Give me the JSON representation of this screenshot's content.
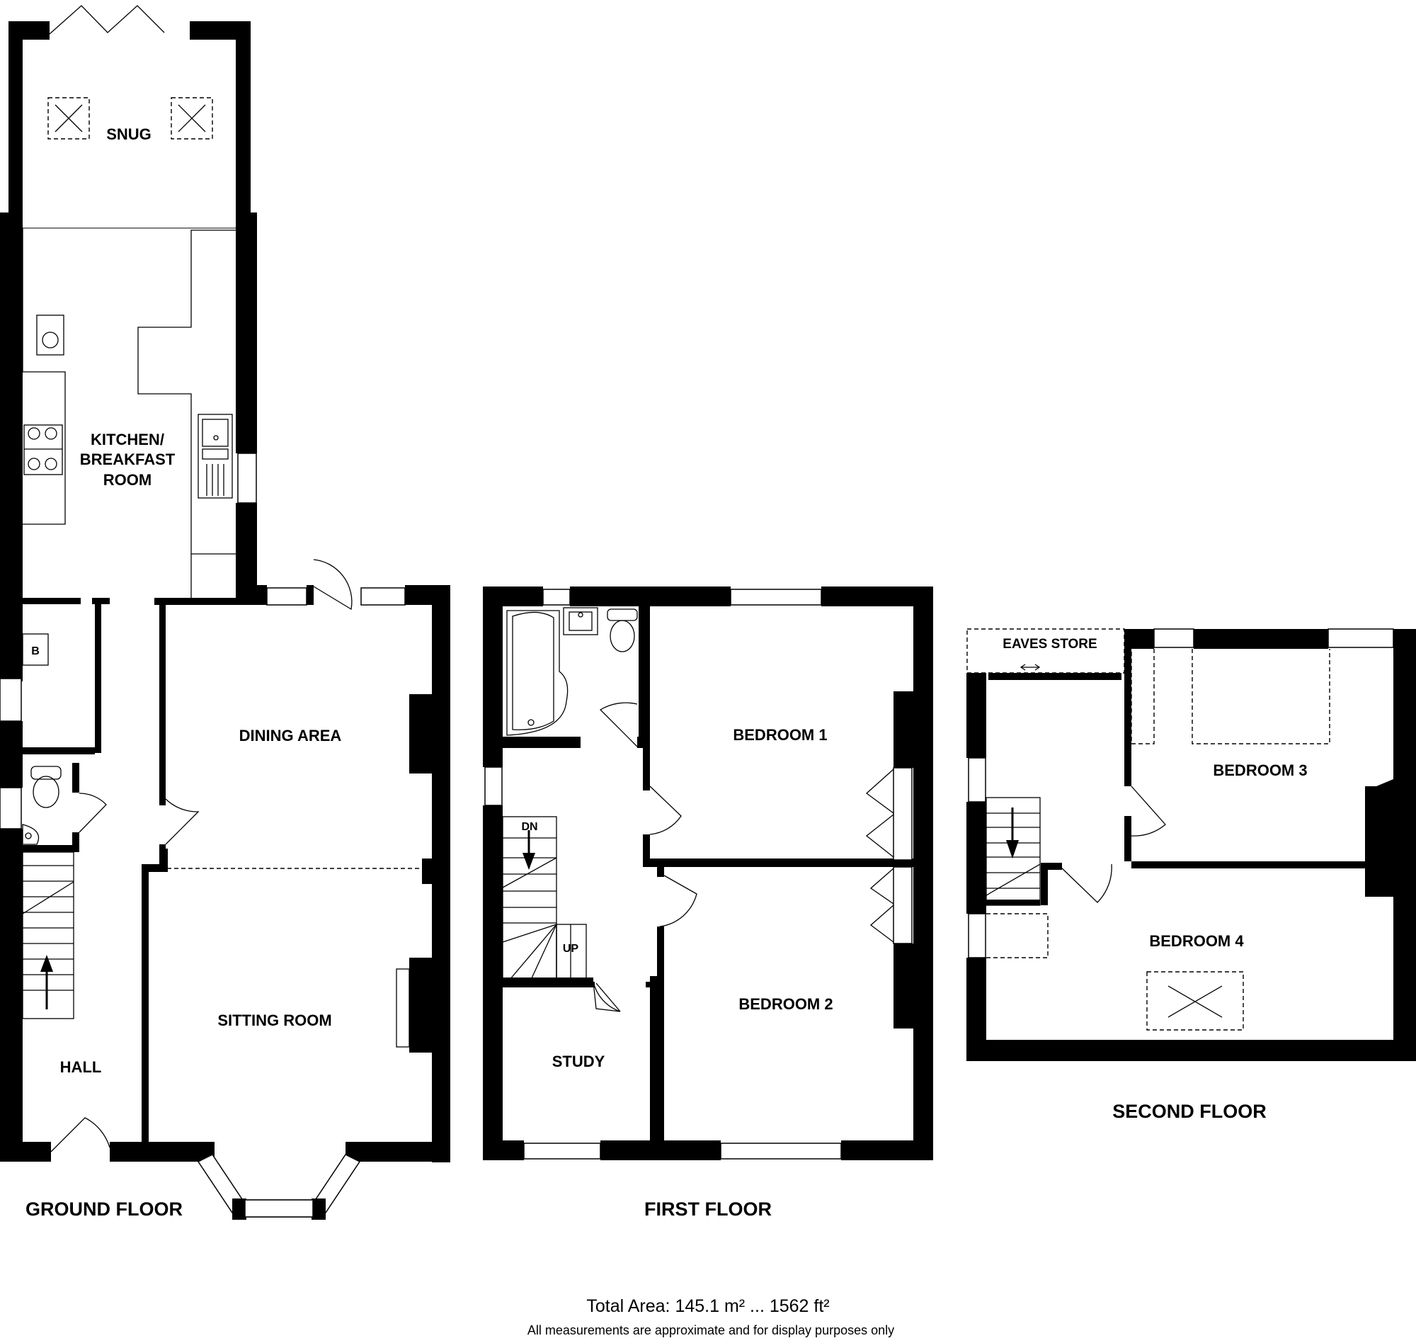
{
  "rooms": {
    "snug": "SNUG",
    "kitchen_line1": "KITCHEN/",
    "kitchen_line2": "BREAKFAST",
    "kitchen_line3": "ROOM",
    "boiler": "B",
    "dining_area": "DINING AREA",
    "sitting_room": "SITTING ROOM",
    "hall": "HALL",
    "bedroom1": "BEDROOM 1",
    "bedroom2": "BEDROOM 2",
    "study": "STUDY",
    "stairs_down": "DN",
    "stairs_up": "UP",
    "eaves_store": "EAVES STORE",
    "bedroom3": "BEDROOM 3",
    "bedroom4": "BEDROOM 4"
  },
  "floors": {
    "ground": "GROUND FLOOR",
    "first": "FIRST FLOOR",
    "second": "SECOND FLOOR"
  },
  "footer": {
    "total_area": "Total Area: 145.1 m² ... 1562 ft²",
    "disclaimer": "All measurements are approximate and for display purposes only"
  }
}
